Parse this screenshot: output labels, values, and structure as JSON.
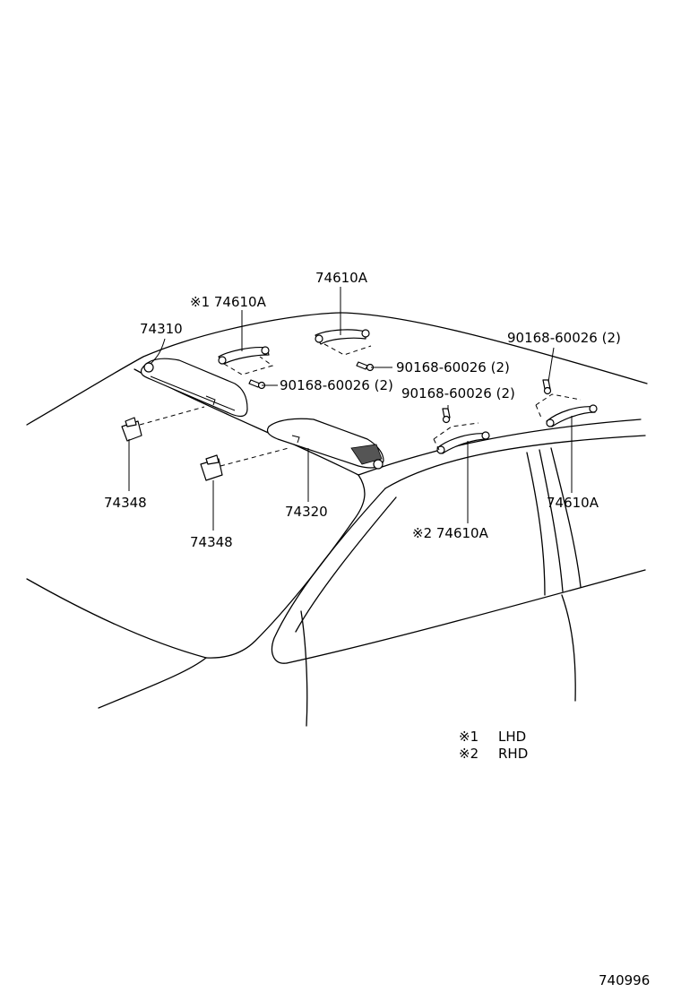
{
  "labels": {
    "handle_center": "74610A",
    "handle_lhd": "※1 74610A",
    "visor_left": "74310",
    "bolt_top_right": "90168-60026 (2)",
    "bolt_center": "90168-60026 (2)",
    "bolt_left": "90168-60026 (2)",
    "bolt_rear_middle": "90168-60026 (2)",
    "holder_left": "74348",
    "holder_center": "74348",
    "visor_right": "74320",
    "handle_rhd": "※2 74610A",
    "handle_rear_right": "74610A"
  },
  "legend": {
    "items": [
      {
        "mark": "※1",
        "text": "LHD"
      },
      {
        "mark": "※2",
        "text": "RHD"
      }
    ]
  },
  "figure_id": "740996"
}
